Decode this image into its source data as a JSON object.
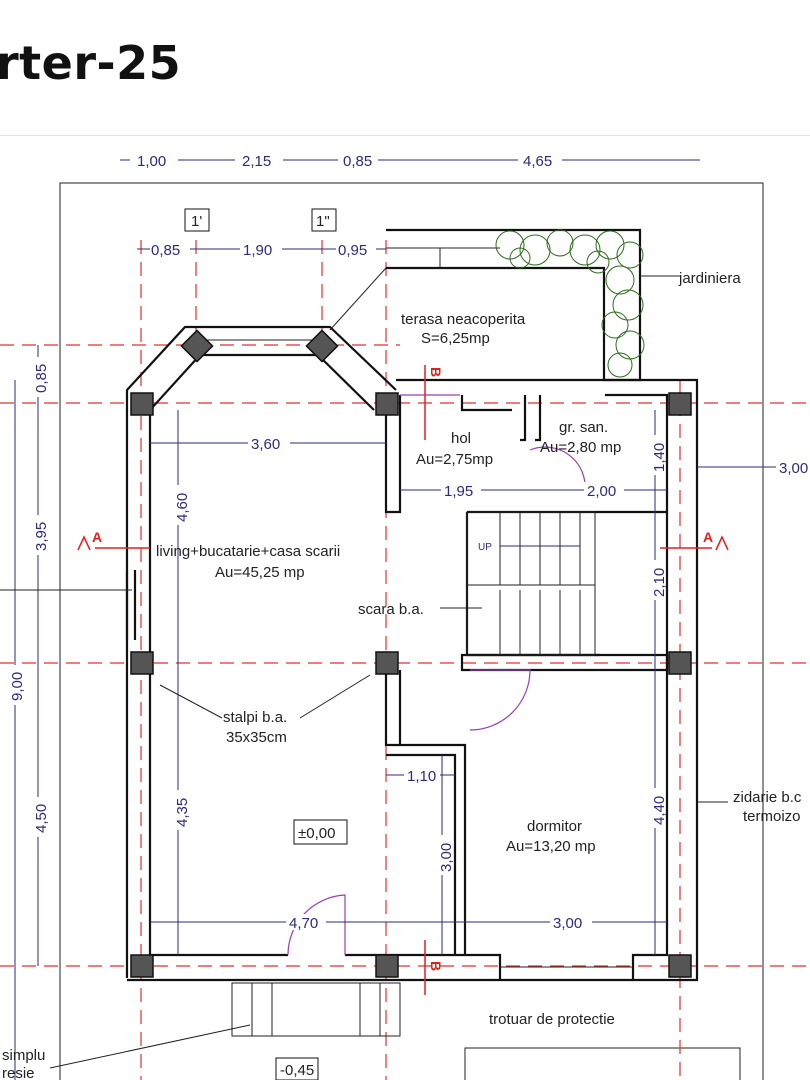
{
  "header": {
    "title": "rter-25"
  },
  "plan": {
    "dims_top": [
      "1,00",
      "2,15",
      "0,85",
      "4,65"
    ],
    "dims_second": [
      "0,85",
      "1,90",
      "0,95"
    ],
    "axis_marks": [
      "1'",
      "1\""
    ],
    "dims_left": [
      "0,85",
      "3,95",
      "9,00",
      "4,50"
    ],
    "dims_inner": {
      "living_width": "3,60",
      "living_height": "4,60",
      "hol_width": "1,95",
      "grsan_width": "2,00",
      "grsan_height": "1,40",
      "stair_height": "2,10",
      "lower_left_height": "4,35",
      "lower_left_width": "4,70",
      "corridor_width": "1,10",
      "corridor_height": "3,00",
      "dormitor_width": "3,00",
      "dormitor_height": "4,40",
      "right_outer": "3,00"
    },
    "rooms": {
      "terasa": "terasa neacoperita",
      "terasa_area": "S=6,25mp",
      "hol": "hol",
      "hol_area": "Au=2,75mp",
      "grsan": "gr. san.",
      "grsan_area": "Au=2,80 mp",
      "living": "living+bucatarie+casa scarii",
      "living_area": "Au=45,25 mp",
      "dormitor": "dormitor",
      "dormitor_area": "Au=13,20 mp"
    },
    "labels": {
      "jardiniera": "jardiniera",
      "scara": "scara b.a.",
      "stalpi": "stalpi b.a.",
      "stalpi_size": "35x35cm",
      "zidarie": "zidarie b.c",
      "termoizo": "termoizo",
      "trotuar": "trotuar de protectie",
      "simplu": "simplu",
      "gresie": "resie",
      "up": "UP"
    },
    "levels": {
      "main": "±0,00",
      "outside": "-0,45"
    },
    "sections": {
      "a": "A",
      "b": "B"
    }
  },
  "colors": {
    "grid": "#e03030",
    "dimension": "#2b2b7a",
    "door": "#9b3fb0",
    "planter": "#2e6b1e",
    "column": "#555555"
  }
}
